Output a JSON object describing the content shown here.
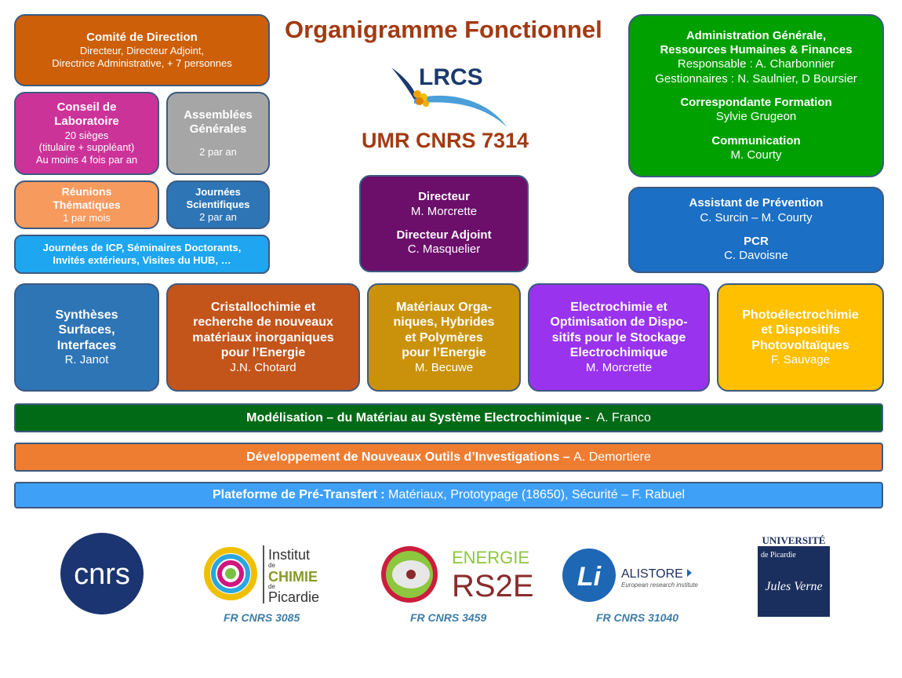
{
  "title": "Organigramme Fonctionnel",
  "lrcs": {
    "text": "LRCS",
    "umr": "UMR CNRS 7314"
  },
  "comite": {
    "title": "Comité de Direction",
    "line1": "Directeur, Directeur Adjoint,",
    "line2": "Directrice Administrative, + 7 personnes"
  },
  "conseil": {
    "title1": "Conseil de",
    "title2": "Laboratoire",
    "l1": "20 sièges",
    "l2": "(titulaire + suppléant)",
    "l3": "Au moins 4 fois par an"
  },
  "assemblees": {
    "title1": "Assemblées",
    "title2": "Générales",
    "l1": "2 par an"
  },
  "reunions": {
    "title1": "Réunions",
    "title2": "Thématiques",
    "l1": "1 par mois"
  },
  "journees": {
    "title1": "Journées",
    "title2": "Scientifiques",
    "l1": "2 par an"
  },
  "icp": {
    "line1": "Journées de ICP, Séminaires Doctorants,",
    "line2": "Invités extérieurs, Visites du HUB, …"
  },
  "admin": {
    "t1": "Administration  Générale,",
    "t2": "Ressources Humaines & Finances",
    "l1": "Responsable : A. Charbonnier",
    "l2": "Gestionnaires : N. Saulnier, D Boursier",
    "t3": "Correspondante Formation",
    "l3": "Sylvie Grugeon",
    "t4": "Communication",
    "l4": "M. Courty"
  },
  "directeur": {
    "t1": "Directeur",
    "l1": "M. Morcrette",
    "t2": "Directeur Adjoint",
    "l2": "C. Masquelier"
  },
  "prevention": {
    "t1": "Assistant de Prévention",
    "l1": "C. Surcin – M. Courty",
    "t2": "PCR",
    "l2": "C. Davoisne"
  },
  "themes": [
    {
      "lines": [
        "Synthèses",
        "Surfaces,",
        "Interfaces"
      ],
      "person": "R. Janot"
    },
    {
      "lines": [
        "Cristallochimie et",
        "recherche de nouveaux",
        "matériaux inorganiques",
        "pour l’Energie"
      ],
      "person": "J.N. Chotard"
    },
    {
      "lines": [
        "Matériaux Orga-",
        "niques, Hybrides",
        "et Polymères",
        "pour l’Energie"
      ],
      "person": "M. Becuwe"
    },
    {
      "lines": [
        "Electrochimie et",
        "Optimisation de Dispo-",
        "sitifs pour le Stockage",
        "Electrochimique"
      ],
      "person": "M. Morcrette"
    },
    {
      "lines": [
        "Photoélectrochimie",
        "et Dispositifs",
        "Photovoltaïques"
      ],
      "person": "F. Sauvage"
    }
  ],
  "bars": {
    "modelisation": {
      "bold": "Modélisation –  du Matériau au Système Electrochimique -",
      "rest": "A. Franco"
    },
    "developpement": {
      "bold": "Développement de Nouveaux Outils d’Investigations –",
      "rest": "A. Demortiere"
    },
    "plateforme": {
      "bold": "Plateforme de Pré-Transfert :",
      "rest": "Matériaux, Prototypage (18650), Sécurité – F. Rabuel"
    }
  },
  "logos": {
    "cnrs": "cnrs",
    "icp": {
      "w1": "Institut",
      "w2": "de",
      "w3": "CHIMIE",
      "w4": "de",
      "w5": "Picardie",
      "fr": "FR CNRS 3085"
    },
    "rs2e": {
      "w1": "ENERGIE",
      "w2": "RS2E",
      "fr": "FR CNRS 3459"
    },
    "alistore": {
      "w1": "ALISTORE",
      "w2": "European research institute",
      "fr": "FR CNRS 31040"
    },
    "upjv": {
      "w1": "UNIVERSITÉ",
      "w2": "de Picardie",
      "w3": "Jules Verne"
    }
  },
  "colors": {
    "orange_dark": "#cc5f08",
    "magenta": "#cc3399",
    "grey": "#a6a6a6",
    "salmon": "#f79a5e",
    "steel_blue": "#2e75b6",
    "sky": "#1ea6f0",
    "green": "#00a000",
    "purple": "#6b0f6b",
    "blue_box": "#1b6fc4",
    "rust": "#c3541a",
    "gold": "#c9920a",
    "violet": "#9933ee",
    "yellow": "#ffc000",
    "dark_green": "#006a16",
    "orange_bar": "#ee7d31",
    "light_blue": "#3fa0f8",
    "title_red": "#a23a12"
  }
}
